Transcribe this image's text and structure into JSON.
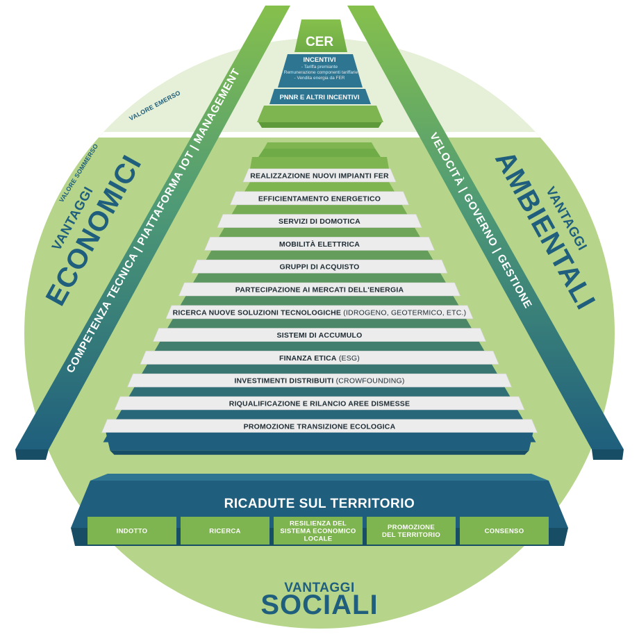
{
  "cer": {
    "title": "CER",
    "incentivi": {
      "title": "INCENTIVI",
      "items": [
        "- Tariffa premiante",
        "- Remunerazione componenti tariffarie",
        "- Vendita energia da FER"
      ]
    },
    "pnrr": "PNNR E ALTRI INCENTIVI"
  },
  "valore": {
    "emerso": "VALORE EMERSO",
    "sommerso": "VALORE SOMMERSO"
  },
  "steps": [
    {
      "label": "REALIZZAZIONE NUOVI IMPIANTI FER",
      "extra": ""
    },
    {
      "label": "EFFICIENTAMENTO ENERGETICO",
      "extra": ""
    },
    {
      "label": "SERVIZI DI DOMOTICA",
      "extra": ""
    },
    {
      "label": "MOBILITÀ ELETTRICA",
      "extra": ""
    },
    {
      "label": "GRUPPI DI ACQUISTO",
      "extra": ""
    },
    {
      "label": "PARTECIPAZIONE AI MERCATI DELL'ENERGIA",
      "extra": ""
    },
    {
      "label": "RICERCA NUOVE SOLUZIONI TECNOLOGICHE",
      "extra": "(IDROGENO, GEOTERMICO, ETC.)"
    },
    {
      "label": "SISTEMI DI ACCUMULO",
      "extra": ""
    },
    {
      "label": "FINANZA ETICA",
      "extra": "(ESG)"
    },
    {
      "label": "INVESTIMENTI DISTRIBUITI",
      "extra": "(CROWFOUNDING)"
    },
    {
      "label": "RIQUALIFICAZIONE E RILANCIO AREE DISMESSE",
      "extra": ""
    },
    {
      "label": "PROMOZIONE TRANSIZIONE ECOLOGICA",
      "extra": ""
    }
  ],
  "economici": {
    "small": "VANTAGGI",
    "big": "ECONOMICI",
    "beam": "COMPETENZA TECNICA | PIATTAFORMA IOT | MANAGEMENT"
  },
  "ambientali": {
    "small": "VANTAGGI",
    "big": "AMBIENTALI",
    "beam": "VELOCITÀ | GOVERNO | GESTIONE"
  },
  "ricadute": {
    "title": "RICADUTE SUL TERRITORIO",
    "boxes": [
      [
        "INDOTTO"
      ],
      [
        "RICERCA"
      ],
      [
        "RESILIENZA DEL",
        "SISTEMA ECONOMICO",
        "LOCALE"
      ],
      [
        "PROMOZIONE",
        "DEL TERRITORIO"
      ],
      [
        "CONSENSO"
      ]
    ]
  },
  "sociali": {
    "small": "VANTAGGI",
    "big": "SOCIALI"
  },
  "colors": {
    "light_green": "#b6d58a",
    "pale_green": "#e6f0d8",
    "green": "#7fb550",
    "teal": "#1f5f7d",
    "steel_teal": "#3f8099"
  }
}
